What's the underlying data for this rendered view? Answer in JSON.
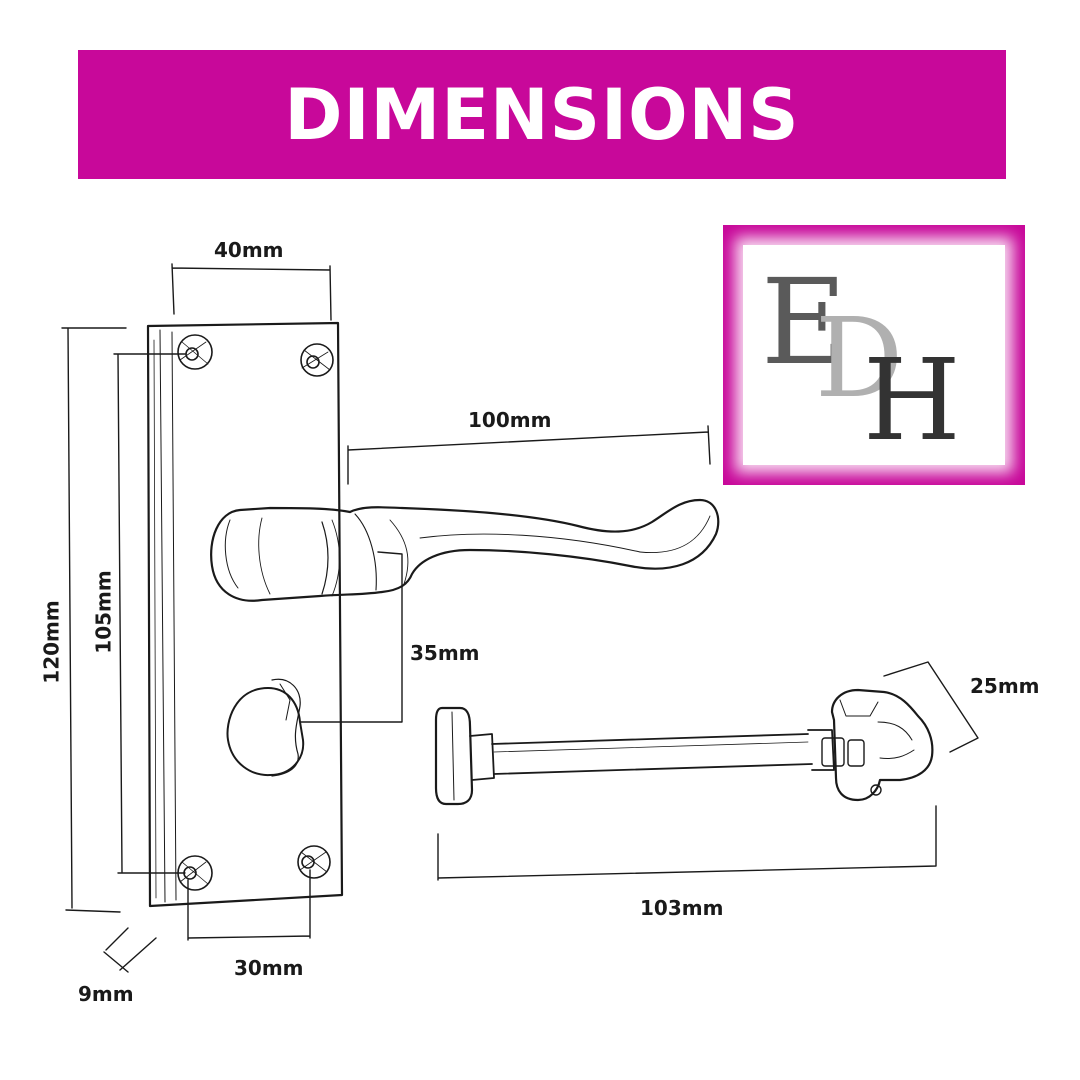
{
  "header": {
    "title": "DIMENSIONS"
  },
  "logo": {
    "letters": [
      "E",
      "D",
      "H"
    ]
  },
  "dimensions": {
    "backplate_width": "40mm",
    "backplate_height": "120mm",
    "screw_spacing_vertical": "105mm",
    "screw_spacing_horizontal": "30mm",
    "backplate_depth": "9mm",
    "lever_length": "100mm",
    "lever_to_keyhole": "35mm",
    "keep_width": "25mm",
    "keep_length": "103mm"
  },
  "colors": {
    "banner": "#c8089a",
    "logo_frame": "#c8089a",
    "line": "#1a1a1a",
    "logo_e": "#5a5a5a",
    "logo_d": "#b0b0b0",
    "logo_h": "#333333"
  }
}
